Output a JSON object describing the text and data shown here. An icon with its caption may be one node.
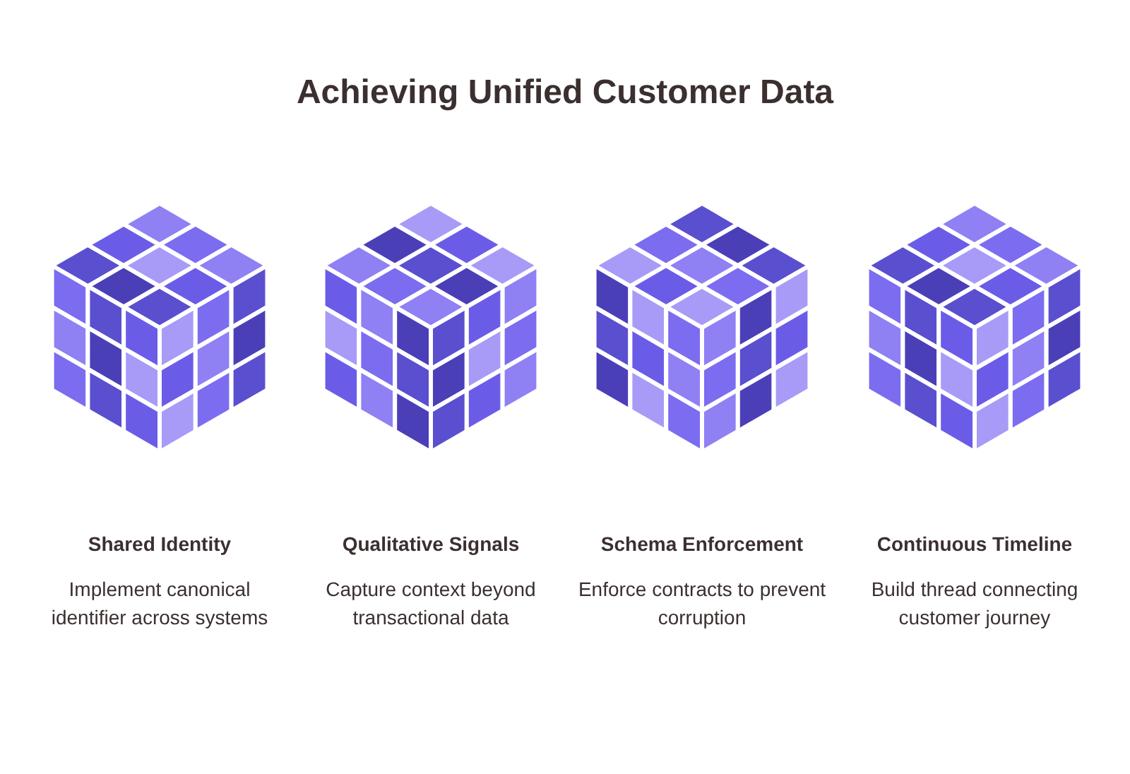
{
  "diagram": {
    "title": "Achieving Unified Customer Data",
    "labels": [
      "Shared Identity",
      "Implement canonical identifier across systems",
      "Qualitative Signals",
      "Capture context beyond transactional data",
      "Schema Enforcement",
      "Enforce contracts to prevent corruption",
      "Continuous Timeline",
      "Build thread connecting customer journey"
    ]
  }
}
